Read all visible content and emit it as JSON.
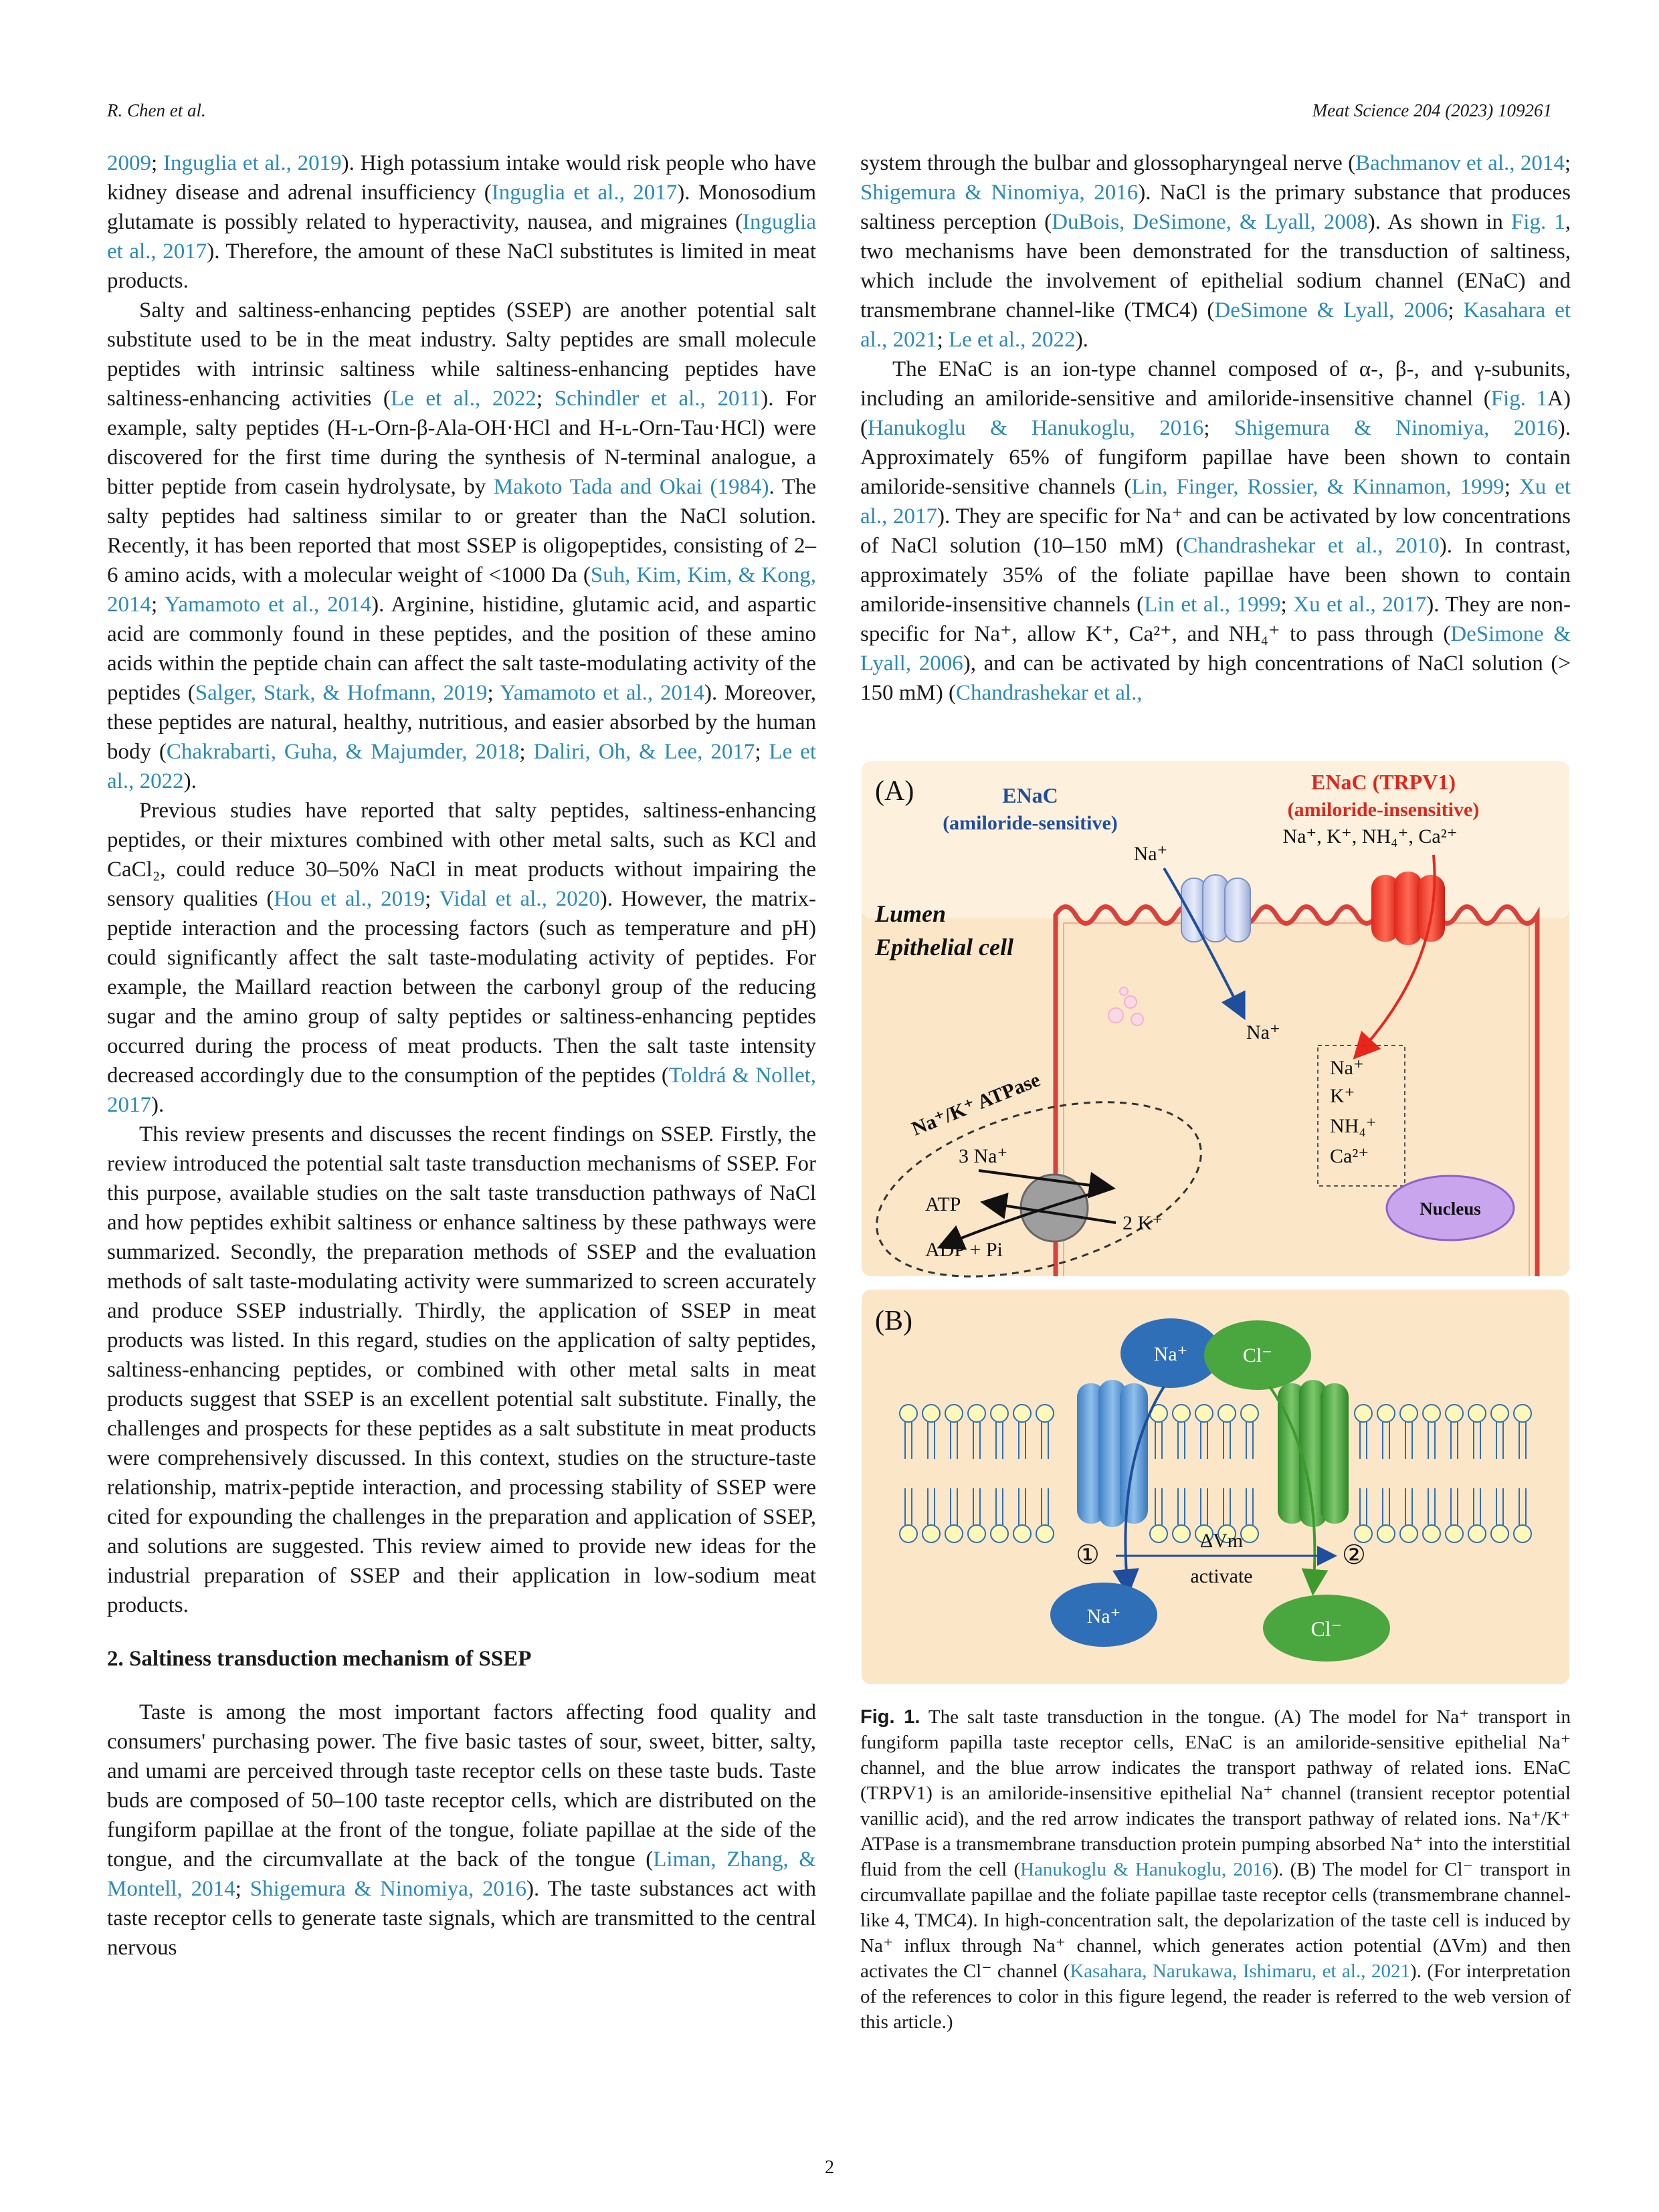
{
  "header": {
    "left": "R. Chen et al.",
    "right": "Meat Science 204 (2023) 109261"
  },
  "left_column": {
    "p1": [
      {
        "t": "2009",
        "r": true
      },
      {
        "t": "; "
      },
      {
        "t": "Inguglia et al., 2019",
        "r": true
      },
      {
        "t": "). High potassium intake would risk people who have kidney disease and adrenal insufficiency ("
      },
      {
        "t": "Inguglia et al., 2017",
        "r": true
      },
      {
        "t": "). Monosodium glutamate is possibly related to hyperactivity, nausea, and migraines ("
      },
      {
        "t": "Inguglia et al., 2017",
        "r": true
      },
      {
        "t": "). Therefore, the amount of these NaCl substitutes is limited in meat products."
      }
    ],
    "p2": [
      {
        "t": "Salty and saltiness-enhancing peptides (SSEP) are another potential salt substitute used to be in the meat industry. Salty peptides are small molecule peptides with intrinsic saltiness while saltiness-enhancing peptides have saltiness-enhancing activities ("
      },
      {
        "t": "Le et al., 2022",
        "r": true
      },
      {
        "t": "; "
      },
      {
        "t": "Schindler et al., 2011",
        "r": true
      },
      {
        "t": "). For example, salty peptides (H-ʟ-Orn-β-Ala-OH·HCl and H-ʟ-Orn-Tau·HCl) were discovered for the first time during the synthesis of N-terminal analogue, a bitter peptide from casein hydrolysate, by "
      },
      {
        "t": "Makoto Tada and Okai (1984)",
        "r": true
      },
      {
        "t": ". The salty peptides had saltiness similar to or greater than the NaCl solution. Recently, it has been reported that most SSEP is oligopeptides, consisting of 2–6 amino acids, with a molecular weight of <1000 Da ("
      },
      {
        "t": "Suh, Kim, Kim, & Kong, 2014",
        "r": true
      },
      {
        "t": "; "
      },
      {
        "t": "Yamamoto et al., 2014",
        "r": true
      },
      {
        "t": "). Arginine, histidine, glutamic acid, and aspartic acid are commonly found in these peptides, and the position of these amino acids within the peptide chain can affect the salt taste-modulating activity of the peptides ("
      },
      {
        "t": "Salger, Stark, & Hofmann, 2019",
        "r": true
      },
      {
        "t": "; "
      },
      {
        "t": "Yamamoto et al., 2014",
        "r": true
      },
      {
        "t": "). Moreover, these peptides are natural, healthy, nutritious, and easier absorbed by the human body ("
      },
      {
        "t": "Chakrabarti, Guha, & Majumder, 2018",
        "r": true
      },
      {
        "t": "; "
      },
      {
        "t": "Daliri, Oh, & Lee, 2017",
        "r": true
      },
      {
        "t": "; "
      },
      {
        "t": "Le et al., 2022",
        "r": true
      },
      {
        "t": ")."
      }
    ],
    "p3": [
      {
        "t": "Previous studies have reported that salty peptides, saltiness-enhancing peptides, or their mixtures combined with other metal salts, such as KCl and CaCl₂, could reduce 30–50% NaCl in meat products without impairing the sensory qualities ("
      },
      {
        "t": "Hou et al., 2019",
        "r": true
      },
      {
        "t": "; "
      },
      {
        "t": "Vidal et al., 2020",
        "r": true
      },
      {
        "t": "). However, the matrix-peptide interaction and the processing factors (such as temperature and pH) could significantly affect the salt taste-modulating activity of peptides. For example, the Maillard reaction between the carbonyl group of the reducing sugar and the amino group of salty peptides or saltiness-enhancing peptides occurred during the process of meat products. Then the salt taste intensity decreased accordingly due to the consumption of the peptides ("
      },
      {
        "t": "Toldrá & Nollet, 2017",
        "r": true
      },
      {
        "t": ")."
      }
    ],
    "p4": [
      {
        "t": "This review presents and discusses the recent findings on SSEP. Firstly, the review introduced the potential salt taste transduction mechanisms of SSEP. For this purpose, available studies on the salt taste transduction pathways of NaCl and how peptides exhibit saltiness or enhance saltiness by these pathways were summarized. Secondly, the preparation methods of SSEP and the evaluation methods of salt taste-modulating activity were summarized to screen accurately and produce SSEP industrially. Thirdly, the application of SSEP in meat products was listed. In this regard, studies on the application of salty peptides, saltiness-enhancing peptides, or combined with other metal salts in meat products suggest that SSEP is an excellent potential salt substitute. Finally, the challenges and prospects for these peptides as a salt substitute in meat products were comprehensively discussed. In this context, studies on the structure-taste relationship, matrix-peptide interaction, and processing stability of SSEP were cited for expounding the challenges in the preparation and application of SSEP, and solutions are suggested. This review aimed to provide new ideas for the industrial preparation of SSEP and their application in low-sodium meat products."
      }
    ],
    "section_heading": "2.  Saltiness transduction mechanism of SSEP",
    "p5": [
      {
        "t": "Taste is among the most important factors affecting food quality and consumers' purchasing power. The five basic tastes of sour, sweet, bitter, salty, and umami are perceived through taste receptor cells on these taste buds. Taste buds are composed of 50–100 taste receptor cells, which are distributed on the fungiform papillae at the front of the tongue, foliate papillae at the side of the tongue, and the circumvallate at the back of the tongue ("
      },
      {
        "t": "Liman, Zhang, & Montell, 2014",
        "r": true
      },
      {
        "t": "; "
      },
      {
        "t": "Shigemura & Ninomiya, 2016",
        "r": true
      },
      {
        "t": "). The taste substances act with taste receptor cells to generate taste signals, which are transmitted to the central nervous"
      }
    ]
  },
  "right_column": {
    "p1": [
      {
        "t": "system through the bulbar and glossopharyngeal nerve ("
      },
      {
        "t": "Bachmanov et al., 2014",
        "r": true
      },
      {
        "t": "; "
      },
      {
        "t": "Shigemura & Ninomiya, 2016",
        "r": true
      },
      {
        "t": "). NaCl is the primary substance that produces saltiness perception ("
      },
      {
        "t": "DuBois, DeSimone, & Lyall, 2008",
        "r": true
      },
      {
        "t": "). As shown in "
      },
      {
        "t": "Fig. 1",
        "r": true
      },
      {
        "t": ", two mechanisms have been demonstrated for the transduction of saltiness, which include the involvement of epithelial sodium channel (ENaC) and transmembrane channel-like (TMC4) ("
      },
      {
        "t": "DeSimone & Lyall, 2006",
        "r": true
      },
      {
        "t": "; "
      },
      {
        "t": "Kasahara et al., 2021",
        "r": true
      },
      {
        "t": "; "
      },
      {
        "t": "Le et al., 2022",
        "r": true
      },
      {
        "t": ")."
      }
    ],
    "p2": [
      {
        "t": "The ENaC is an ion-type channel composed of α-, β-, and γ-subunits, including an amiloride-sensitive and amiloride-insensitive channel ("
      },
      {
        "t": "Fig. 1",
        "r": true
      },
      {
        "t": "A) ("
      },
      {
        "t": "Hanukoglu & Hanukoglu, 2016",
        "r": true
      },
      {
        "t": "; "
      },
      {
        "t": "Shigemura & Ninomiya, 2016",
        "r": true
      },
      {
        "t": "). Approximately 65% of fungiform papillae have been shown to contain amiloride-sensitive channels ("
      },
      {
        "t": "Lin, Finger, Rossier, & Kinnamon, 1999",
        "r": true
      },
      {
        "t": "; "
      },
      {
        "t": "Xu et al., 2017",
        "r": true
      },
      {
        "t": "). They are specific for Na⁺ and can be activated by low concentrations of NaCl solution (10–150 mM) ("
      },
      {
        "t": "Chandrashekar et al., 2010",
        "r": true
      },
      {
        "t": "). In contrast, approximately 35% of the foliate papillae have been shown to contain amiloride-insensitive channels ("
      },
      {
        "t": "Lin et al., 1999",
        "r": true
      },
      {
        "t": "; "
      },
      {
        "t": "Xu et al., 2017",
        "r": true
      },
      {
        "t": "). They are non-specific for Na⁺, allow K⁺, Ca²⁺, and NH₄⁺ to pass through ("
      },
      {
        "t": "DeSimone & Lyall, 2006",
        "r": true
      },
      {
        "t": "), and can be activated by high concentrations of NaCl solution (> 150 mM) ("
      },
      {
        "t": "Chandrashekar et al.,",
        "r": true
      }
    ]
  },
  "figure": {
    "panel_a_label": "(A)",
    "panel_b_label": "(B)",
    "enac_title": "ENaC",
    "enac_subtitle": "(amiloride-sensitive)",
    "enac_ion": "Na⁺",
    "trpv1_title": "ENaC (TRPV1)",
    "trpv1_subtitle": "(amiloride-insensitive)",
    "trpv1_ions": "Na⁺, K⁺, NH₄⁺, Ca²⁺",
    "lumen": "Lumen",
    "epithelial": "Epithelial cell",
    "na_inside": "Na⁺",
    "box_ions": [
      "Na⁺",
      "K⁺",
      "NH₄⁺",
      "Ca²⁺"
    ],
    "atpase": "Na⁺/K⁺ ATPase",
    "three_na": "3 Na⁺",
    "atp": "ATP",
    "two_k": "2 K⁺",
    "adp": "ADP + Pi",
    "nucleus": "Nucleus",
    "b_na": "Na⁺",
    "b_cl": "Cl⁻",
    "step1": "①",
    "step2": "②",
    "dvm": "ΔVm",
    "activate": "activate",
    "b_na_out": "Na⁺",
    "b_cl_out": "Cl⁻"
  },
  "caption": [
    {
      "t": "Fig. 1.",
      "b": true
    },
    {
      "t": " The salt taste transduction in the tongue. (A) The model for Na⁺ transport in fungiform papilla taste receptor cells, ENaC is an amiloride-sensitive epithelial Na⁺ channel, and the blue arrow indicates the transport pathway of related ions. ENaC (TRPV1) is an amiloride-insensitive epithelial Na⁺ channel (transient receptor potential vanillic acid), and the red arrow indicates the transport pathway of related ions. Na⁺/K⁺ ATPase is a transmembrane transduction protein pumping absorbed Na⁺ into the interstitial fluid from the cell ("
    },
    {
      "t": "Hanukoglu & Hanukoglu, 2016",
      "r": true
    },
    {
      "t": "). (B) The model for Cl⁻ transport in circumvallate papillae and the foliate papillae taste receptor cells (transmembrane channel-like 4, TMC4). In high-concentration salt, the depolarization of the taste cell is induced by Na⁺ influx through Na⁺ channel, which generates action potential (ΔVm) and then activates the Cl⁻ channel ("
    },
    {
      "t": "Kasahara, Narukawa, Ishimaru, et al., 2021",
      "r": true
    },
    {
      "t": "). (For interpretation of the references to color in this figure legend, the reader is referred to the web version of this article.)"
    }
  ],
  "page_number": "2"
}
